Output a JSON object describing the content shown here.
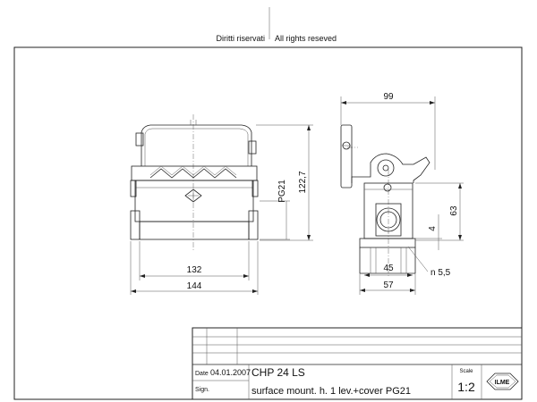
{
  "header": {
    "rights_it": "Diritti riservati",
    "rights_en": "All rights reseved"
  },
  "dimensions": {
    "front_width_inner": "132",
    "front_width_outer": "144",
    "front_height": "122,7",
    "thread": "PG21",
    "side_width_top": "99",
    "side_height": "63",
    "side_small": "4",
    "side_base_1": "45",
    "side_base_2": "57",
    "hole": "n 5,5"
  },
  "title_block": {
    "date_label": "Date",
    "date_value": "04.01.2007",
    "sign_label": "Sign.",
    "product_code": "CHP 24 LS",
    "description": "surface mount. h. 1 lev.+cover PG21",
    "scale_label": "Scale",
    "scale_value": "1:2",
    "logo_text": "ILME"
  }
}
